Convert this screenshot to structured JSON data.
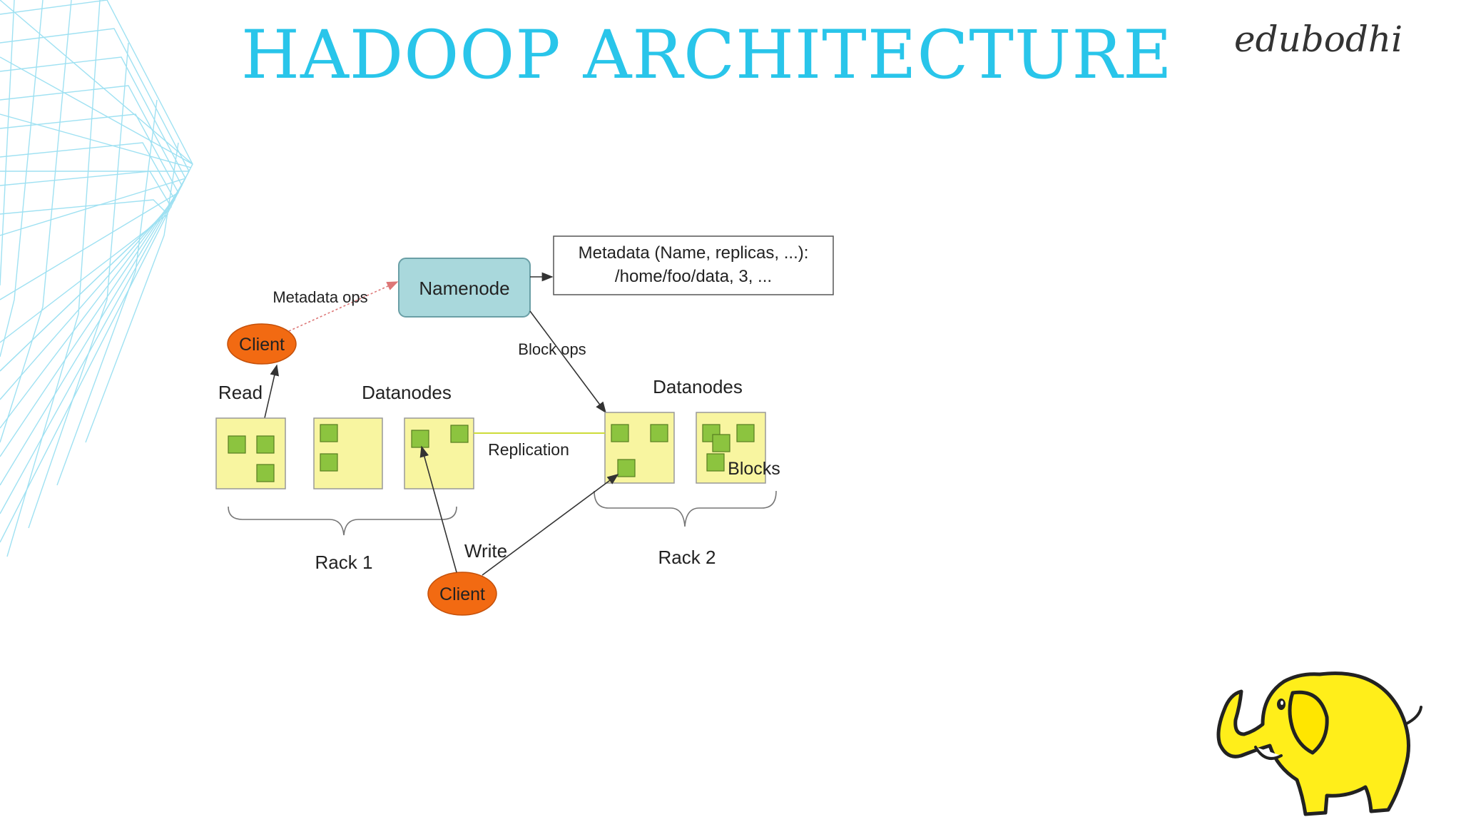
{
  "slide": {
    "title": "HADOOP ARCHITECTURE",
    "brand": "edubodhi"
  },
  "diagram": {
    "namenode": "Namenode",
    "metadata_line1": "Metadata (Name, replicas, ...):",
    "metadata_line2": "/home/foo/data, 3, ...",
    "metadata_ops": "Metadata ops",
    "block_ops": "Block ops",
    "client_read": "Client",
    "client_write": "Client",
    "read": "Read",
    "write": "Write",
    "datanodes_left": "Datanodes",
    "datanodes_right": "Datanodes",
    "replication": "Replication",
    "blocks": "Blocks",
    "rack1": "Rack 1",
    "rack2": "Rack 2"
  },
  "colors": {
    "title": "#29c5ea",
    "namenode_fill": "#a9d8dc",
    "client_fill": "#f26a12",
    "datanode_fill": "#f8f5a0",
    "block_fill": "#8cc43f",
    "replication_line": "#cddc39",
    "elephant": "#ffee1a"
  }
}
